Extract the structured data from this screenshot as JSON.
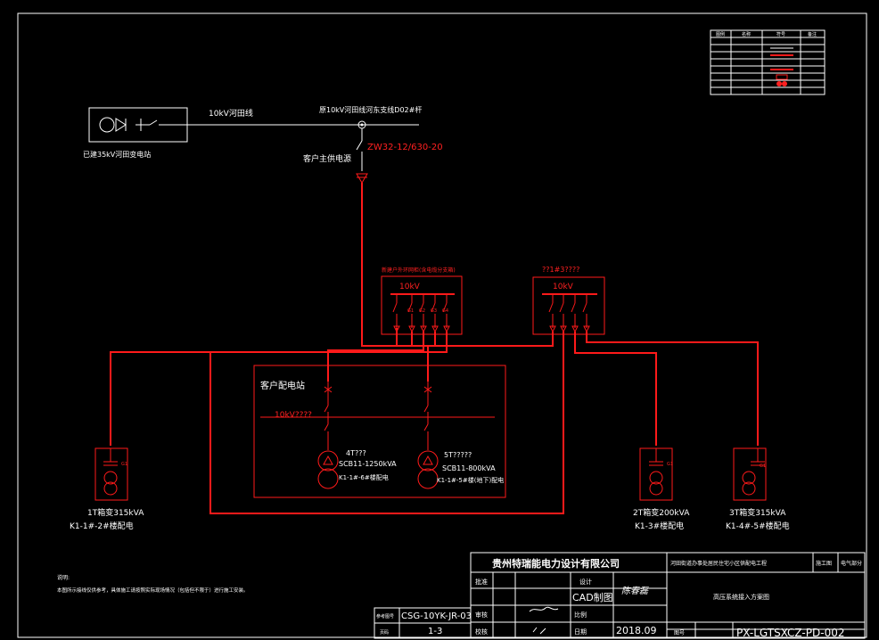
{
  "source": {
    "feeder_label": "10kV河田线",
    "substation_label": "已建35kV河田变电站"
  },
  "tap": {
    "label": "原10kV河田线河东支线D02#杆",
    "switch_model": "ZW32-12/630-20",
    "cable_label": "客户主供电源"
  },
  "ring_unit_1": {
    "title": "新建户外环网柜(含电缆分支箱)",
    "bus": "10kV",
    "tags": [
      "G1",
      "G2",
      "G3",
      "G4"
    ]
  },
  "ring_unit_2": {
    "title": "??1#3????",
    "bus": "10kV"
  },
  "station": {
    "title": "客户配电站",
    "bus": "10kV????",
    "t4": {
      "name": "4T???",
      "model": "SCB11-1250kVA",
      "loc": "K1-1#-6#楼配电"
    },
    "t5": {
      "name": "5T?????",
      "model": "SCB11-800kVA",
      "loc": "K1-1#-5#楼(地下)配电"
    }
  },
  "loads": [
    {
      "key": "1T",
      "rating": "1T箱变315kVA",
      "loc": "K1-1#-2#楼配电"
    },
    {
      "key": "2T",
      "rating": "2T箱变200kVA",
      "loc": "K1-3#楼配电"
    },
    {
      "key": "3T",
      "rating": "3T箱变315kVA",
      "loc": "K1-4#-5#楼配电"
    }
  ],
  "legend": {
    "headers": [
      "图例",
      "名称",
      "符号",
      "备注"
    ]
  },
  "notes": {
    "title": "说明:",
    "text": "本图所示接线仅供参考，具体施工请按照实际现场情况（包括但不限于）进行施工安装。"
  },
  "title_block": {
    "company": "贵州特瑞能电力设计有限公司",
    "project": "河田街道办事处居民住宅小区供配电工程",
    "stage": "施工图",
    "profession": "电气部分",
    "drawing_name": "高压系统接入方案图",
    "rows": [
      "批准",
      "审核",
      "校核"
    ],
    "design_label": "设计",
    "cad_label": "CAD制图",
    "scale_label": "比例",
    "date_label": "日期",
    "date": "2018.09",
    "no_label": "图号",
    "drawing_no": "PX-LGTSXCZ-PD-002",
    "ref_label": "参考图号",
    "ref_no": "CSG-10YK-JR-03",
    "page_label": "页码",
    "page_no": "1-3",
    "signature": "陈春磊"
  }
}
